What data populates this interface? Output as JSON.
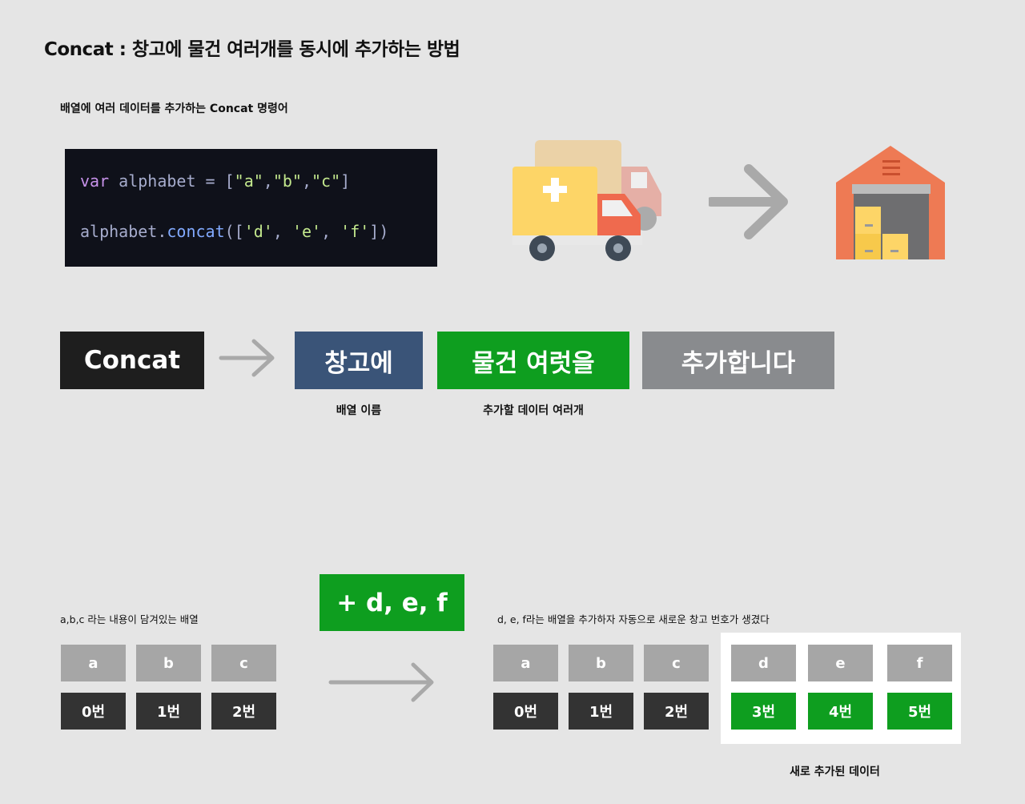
{
  "title": "Concat : 창고에 물건 여러개를 동시에 추가하는 방법",
  "subtitle": "배열에 여러 데이터를 추가하는 Concat 명령어",
  "code": {
    "line1": {
      "kw": "var",
      "name": " alphabet",
      "op": " = [",
      "s1": "\"a\"",
      "c1": ",",
      "s2": "\"b\"",
      "c2": ",",
      "s3": "\"c\"",
      "end": "]"
    },
    "line2": {
      "obj": "alphabet.",
      "fn": "concat",
      "open": "([",
      "s1": "'d'",
      "c1": ", ",
      "s2": "'e'",
      "c2": ", ",
      "s3": "'f'",
      "end": "])"
    }
  },
  "syntax": {
    "concat": "Concat",
    "warehouse": "창고에",
    "items": "물건 여럿을",
    "add": "추가합니다",
    "warehouse_caption": "배열 이름",
    "items_caption": "추가할 데이터 여러개"
  },
  "left_array": {
    "caption": "a,b,c 라는 내용이 담겨있는 배열",
    "values": [
      "a",
      "b",
      "c"
    ],
    "indices": [
      "0번",
      "1번",
      "2번"
    ]
  },
  "plus_label": "+ d, e, f",
  "right_array": {
    "caption": "d, e, f라는 배열을 추가하자 자동으로 새로운 창고 번호가 생겼다",
    "values": [
      "a",
      "b",
      "c"
    ],
    "indices": [
      "0번",
      "1번",
      "2번"
    ],
    "new_values": [
      "d",
      "e",
      "f"
    ],
    "new_indices": [
      "3번",
      "4번",
      "5번"
    ],
    "new_caption": "새로 추가된 데이터"
  },
  "colors": {
    "background": "#e5e5e5",
    "code_bg": "#0f111a",
    "concat_bg": "#1e1e1e",
    "warehouse_bg": "#3a5478",
    "green": "#0e9e1f",
    "gray": "#898b8e",
    "cell_gray": "#a6a6a6",
    "cell_dark": "#333333"
  },
  "icons": [
    "truck-icon",
    "arrow-right-icon",
    "warehouse-icon"
  ]
}
